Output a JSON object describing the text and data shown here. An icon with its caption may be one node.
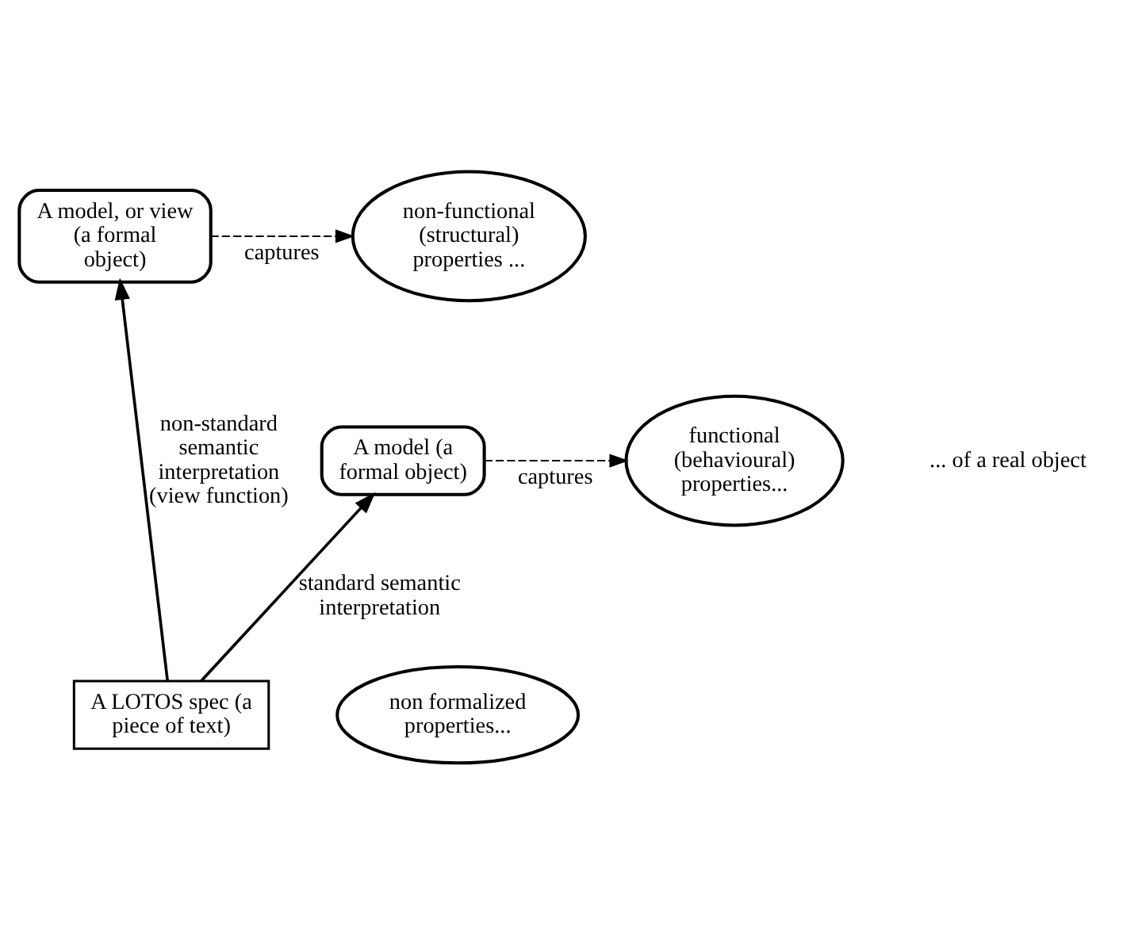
{
  "diagram": {
    "nodes": [
      {
        "text": [
          "A model, or view (a formal object)"
        ]
      },
      {
        "text": [
          "non formalized properties..."
        ]
      },
      {
        "text": [
          "non-functional (structural) properties ..."
        ]
      },
      {
        "text": [
          "A model (a formal object)"
        ]
      },
      {
        "text": [
          "functional (behavioural) properties..."
        ]
      },
      {
        "text": [
          "A LOTOS spec (a piece of text)"
        ]
      }
    ],
    "edges": [
      {
        "from": 5,
        "to": 3,
        "arrow": "to",
        "label": "standard semantic interpretation"
      },
      {
        "from": 5,
        "to": 0,
        "arrow": "to",
        "label": "non-standard semantic interpretation (view function)"
      },
      {
        "from": 0,
        "to": 2,
        "arrow": "to",
        "label": "captures",
        "style": "dashed"
      },
      {
        "from": 3,
        "to": 4,
        "arrow": "to",
        "label": "captures",
        "style": "dashed"
      }
    ],
    "labels": [
      "... of a real object"
    ]
  }
}
